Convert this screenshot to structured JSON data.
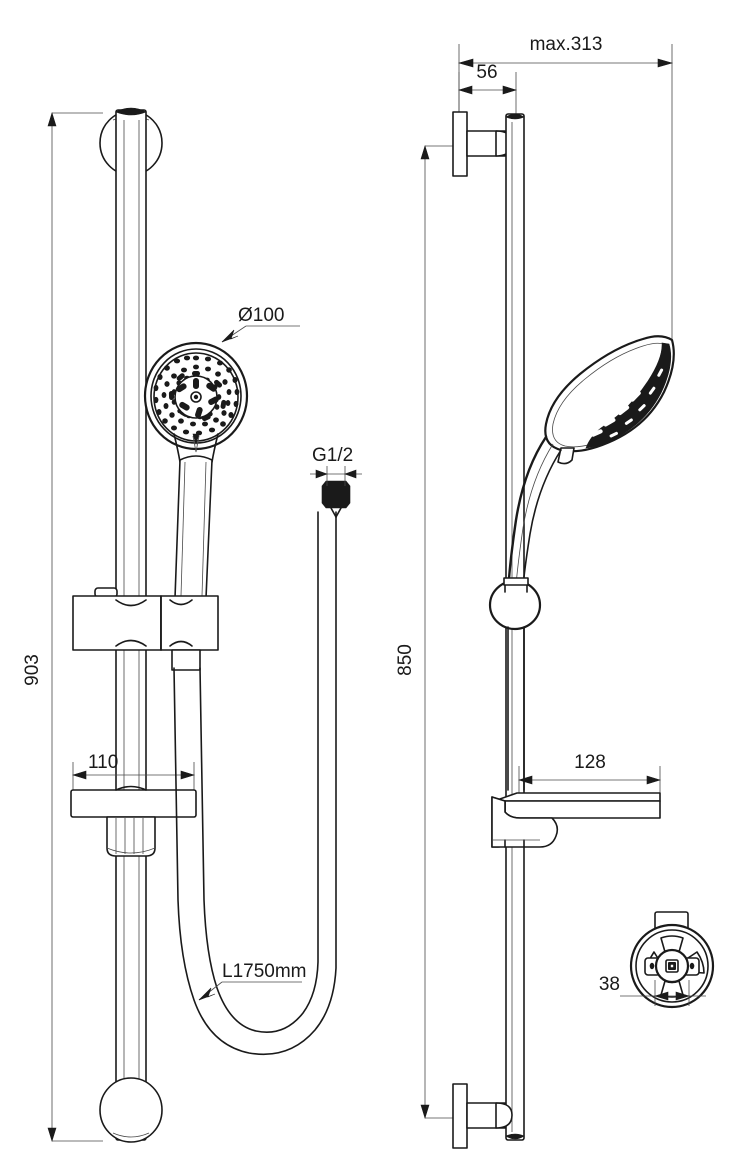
{
  "document": {
    "type": "technical-dimension-drawing",
    "subject": "Shower rail set with hand shower, hose, slider bracket and soap dish",
    "units": "mm",
    "views": [
      "front-elevation",
      "side-elevation",
      "detail-holder"
    ],
    "line_color": "#1a1a1a",
    "background_color": "#ffffff"
  },
  "dimensions": {
    "front_view": {
      "overall_height": "903",
      "shower_head_diameter": "Ø100",
      "soap_dish_width": "110",
      "hose_length": "L1750mm",
      "hose_thread": "G1/2"
    },
    "side_view": {
      "overall_height": "850",
      "max_projection": "max.313",
      "bracket_projection": "56",
      "soap_dish_projection": "128"
    },
    "detail_view": {
      "holder_width": "38"
    }
  },
  "labels": {
    "height_903": "903",
    "height_850": "850",
    "diameter_100": "Ø100",
    "width_110": "110",
    "hose_length": "L1750mm",
    "thread_g12": "G1/2",
    "max_313": "max.313",
    "proj_56": "56",
    "proj_128": "128",
    "holder_38": "38"
  },
  "parts": {
    "rail": "vertical-slide-rail",
    "top_wall_mount": "top-wall-bracket-round-flange",
    "bottom_wall_mount": "bottom-wall-bracket-round-flange",
    "slider": "adjustable-hand-shower-slider",
    "soap_dish": "soap-dish-shelf",
    "hand_shower": "round-hand-shower-3-spray",
    "hose": "flexible-shower-hose",
    "hose_nut": "g12-hexagon-coupling-nut",
    "holder_detail": "hand-shower-holder-front-detail"
  }
}
